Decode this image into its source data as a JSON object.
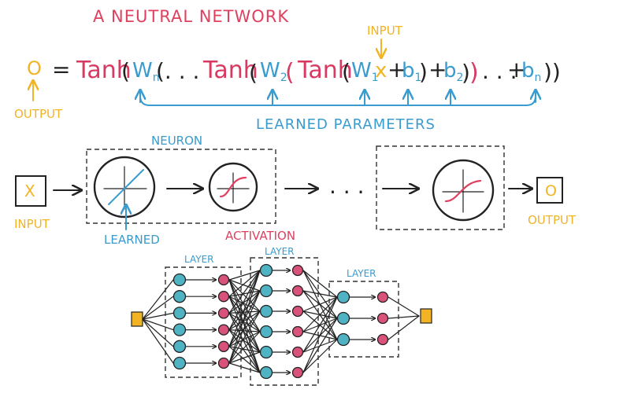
{
  "title": "A NEUTRAL NETWORK",
  "formula": {
    "output_symbol": "O",
    "equals": "=",
    "tanh": "Tanh",
    "w_n": "W",
    "w_n_sub": "n",
    "w_2": "W",
    "w_2_sub": "2",
    "w_1": "W",
    "w_1_sub": "1",
    "ellipsis_open": "(. . .",
    "input_symbol": "x",
    "plus": "+",
    "b_1": "b",
    "b_1_sub": "1",
    "b_2": "b",
    "b_2_sub": "2",
    "ellipsis_mid": ". . .",
    "b_n": "b",
    "b_n_sub": "n",
    "close_parens": "))"
  },
  "labels": {
    "input_top": "INPUT",
    "output_left": "OUTPUT",
    "learned_parameters": "LEARNED PARAMETERS",
    "neuron": "NEURON",
    "input_box_symbol": "X",
    "input_box_label": "INPUT",
    "output_box_symbol": "O",
    "output_box_label": "OUTPUT",
    "learned": "LEARNED",
    "activation": "ACTIVATION",
    "ellipsis_chain": ". . .",
    "layer_1": "LAYER",
    "layer_2": "LAYER",
    "layer_3": "LAYER"
  },
  "colors": {
    "pink": "#e0405f",
    "blue": "#3a9bcf",
    "yellow": "#f2b324",
    "node_teal": "#4fb3c4",
    "node_pink": "#d8527a",
    "ink": "#222222"
  },
  "network": {
    "input_nodes": 1,
    "layer_1_pairs": 6,
    "layer_2_pairs": 6,
    "layer_3_pairs": 3,
    "output_nodes": 1
  }
}
